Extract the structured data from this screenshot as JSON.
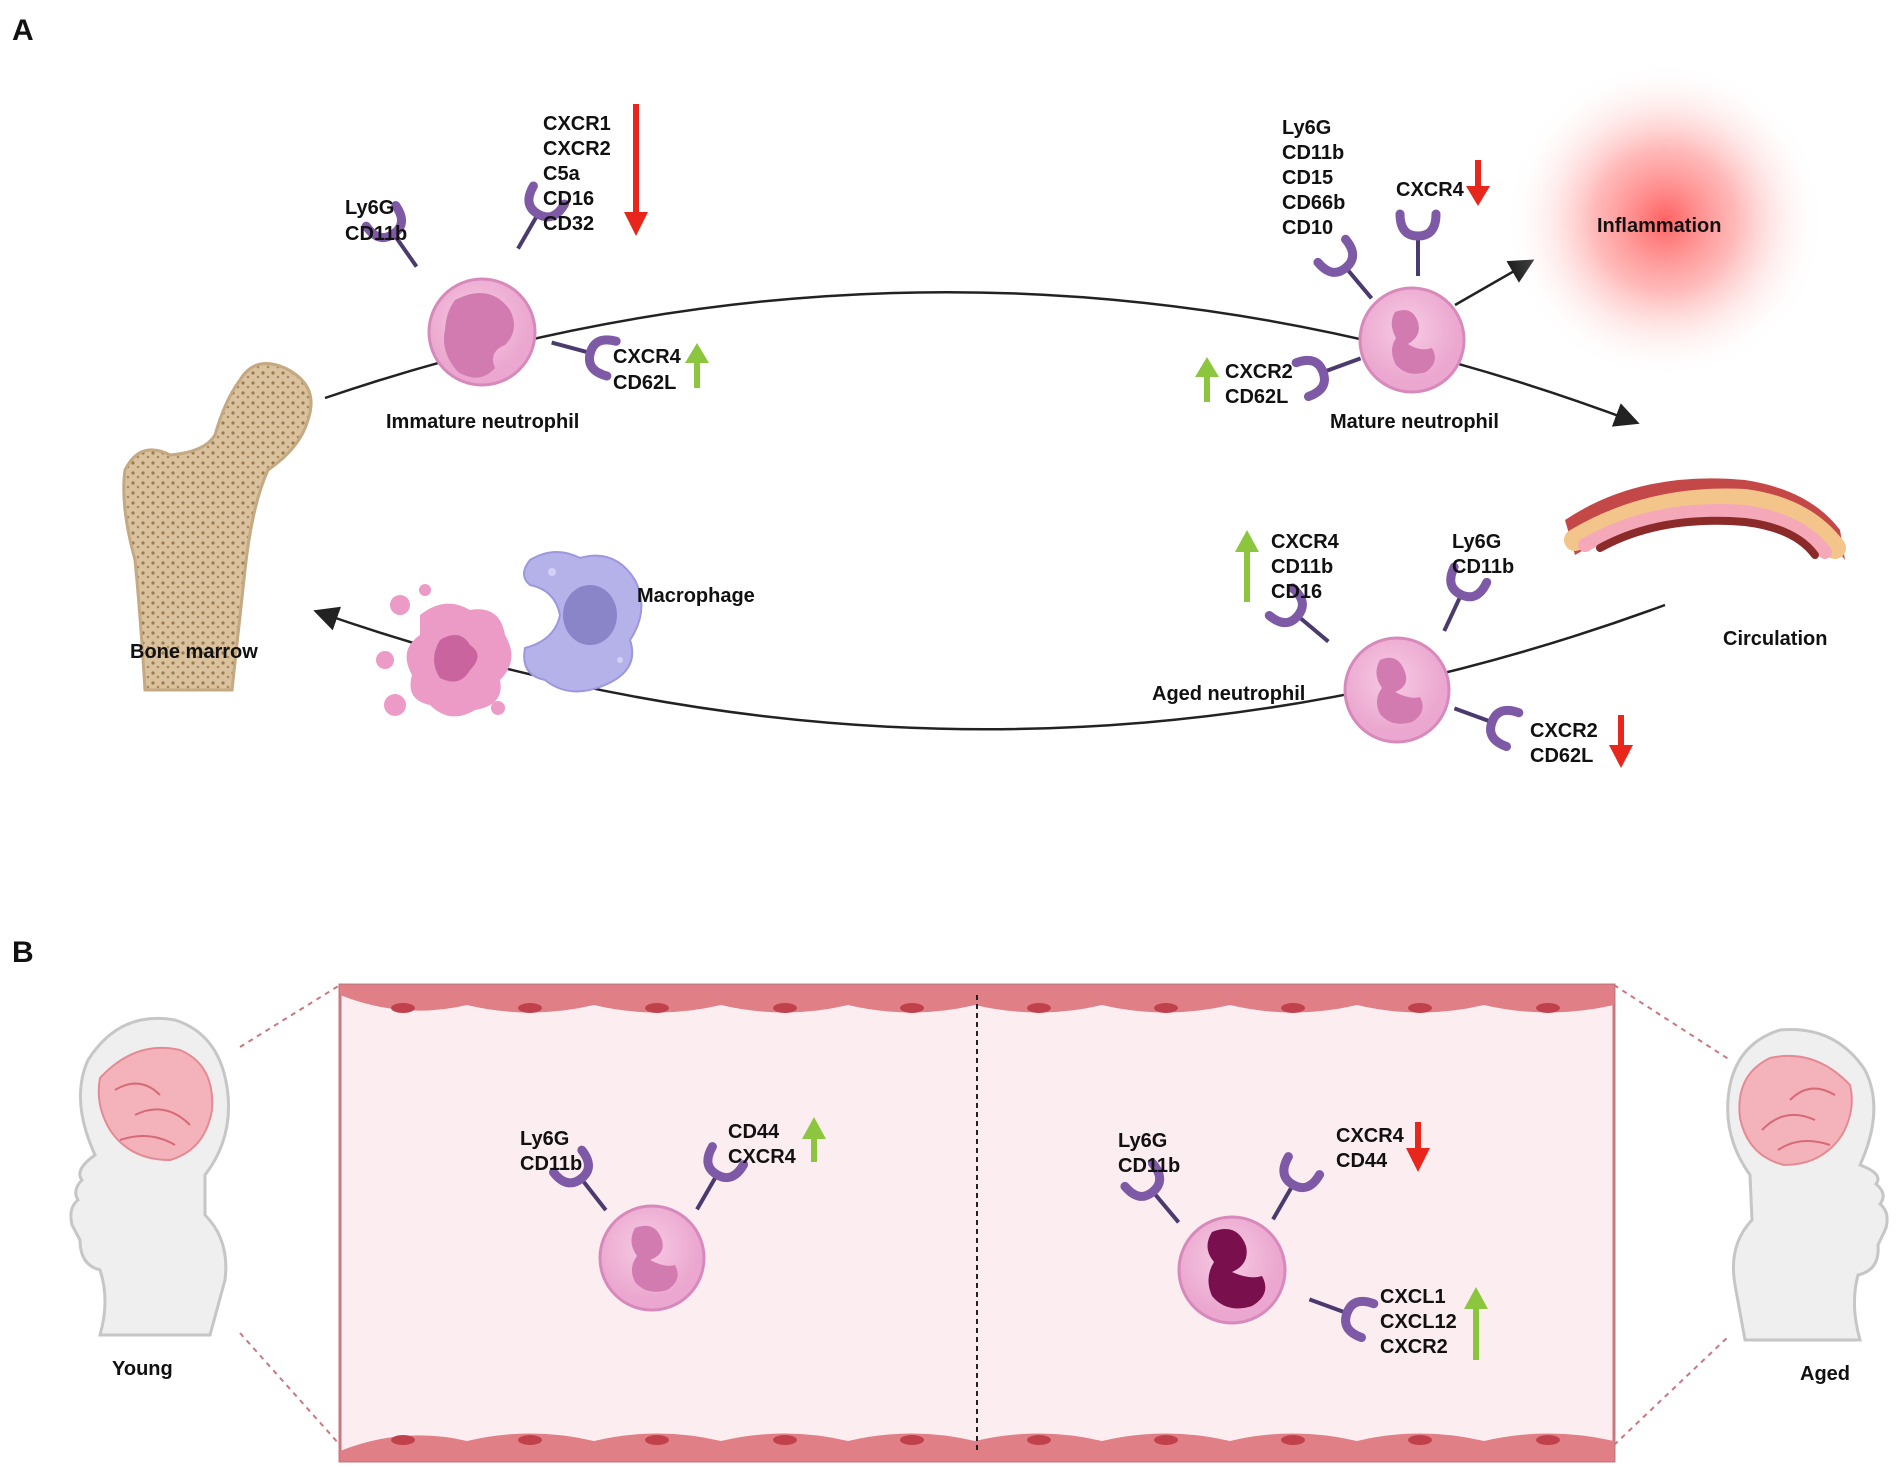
{
  "panels": {
    "a": {
      "letter": "A",
      "bone_marrow": "Bone marrow",
      "inflammation": "Inflammation",
      "circulation": "Circulation",
      "macrophage": "Macrophage",
      "immature": {
        "caption": "Immature neutrophil",
        "left_markers": [
          "Ly6G",
          "CD11b"
        ],
        "top_markers": [
          "CXCR1",
          "CXCR2",
          "C5a",
          "CD16",
          "CD32"
        ],
        "top_trend": "down",
        "right_markers": [
          "CXCR4",
          "CD62L"
        ],
        "right_trend": "up"
      },
      "mature": {
        "caption": "Mature neutrophil",
        "left_markers": [
          "Ly6G",
          "CD11b",
          "CD15",
          "CD66b",
          "CD10"
        ],
        "top_marker": "CXCR4",
        "top_trend": "down",
        "left_low_markers": [
          "CXCR2",
          "CD62L"
        ],
        "left_low_trend": "up"
      },
      "aged": {
        "caption": "Aged neutrophil",
        "left_markers": [
          "CXCR4",
          "CD11b",
          "CD16"
        ],
        "left_trend": "up",
        "right_markers": [
          "Ly6G",
          "CD11b"
        ],
        "low_markers": [
          "CXCR2",
          "CD62L"
        ],
        "low_trend": "down"
      }
    },
    "b": {
      "letter": "B",
      "young_label": "Young",
      "aged_label": "Aged",
      "young_cell": {
        "left_markers": [
          "Ly6G",
          "CD11b"
        ],
        "right_markers": [
          "CD44",
          "CXCR4"
        ],
        "right_trend": "up"
      },
      "aged_cell": {
        "left_markers": [
          "Ly6G",
          "CD11b"
        ],
        "right_markers": [
          "CXCR4",
          "CD44"
        ],
        "right_trend": "down",
        "low_markers": [
          "CXCL1",
          "CXCL12",
          "CXCR2"
        ],
        "low_trend": "up"
      }
    }
  },
  "colors": {
    "up_arrow": "#8cc63f",
    "down_arrow": "#e8261c",
    "receptor": "#7d59a6",
    "cell_fill": "#f0b2d6",
    "nucleus": "#d27bb1",
    "vessel_wall": "#e07f86",
    "vessel_lumen": "#fcedf1"
  }
}
